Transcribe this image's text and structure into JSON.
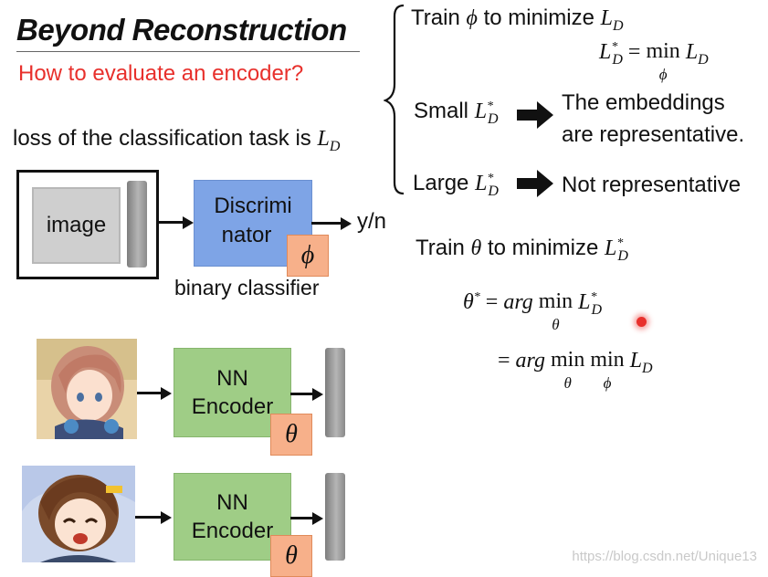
{
  "title": "Beyond Reconstruction",
  "subtitle": "How to evaluate an encoder?",
  "loss_text": "loss of the classification task is",
  "loss_symbol": "L_D",
  "brace": {
    "line1_prefix": "Train",
    "line1_phi": "ϕ",
    "line1_mid": "to minimize",
    "line1_sym": "L_D",
    "eq_lhs": "L*_D",
    "eq_eq": "=",
    "eq_min": "min",
    "eq_sub": "ϕ",
    "eq_rhs": "L_D",
    "small_label": "Small",
    "small_sym": "L*_D",
    "small_result_line1": "The embeddings",
    "small_result_line2": "are representative.",
    "large_label": "Large",
    "large_sym": "L*_D",
    "large_result": "Not representative"
  },
  "diagram": {
    "image_label": "image",
    "disc_line1": "Discrimi",
    "disc_line2": "nator",
    "disc_param": "ϕ",
    "output_label": "y/n",
    "caption": "binary classifier"
  },
  "encoders": [
    {
      "line1": "NN",
      "line2": "Encoder",
      "param": "θ"
    },
    {
      "line1": "NN",
      "line2": "Encoder",
      "param": "θ"
    }
  ],
  "theta_section": {
    "train_prefix": "Train",
    "train_theta": "θ",
    "train_mid": "to minimize",
    "train_sym": "L*_D",
    "eq1_lhs": "θ*",
    "eq1_eq": "=",
    "eq1_arg": "arg",
    "eq1_min": "min",
    "eq1_sub": "θ",
    "eq1_rhs": "L*_D",
    "eq2_eq": "=",
    "eq2_arg": "arg",
    "eq2_min1": "min",
    "eq2_sub1": "θ",
    "eq2_min2": "min",
    "eq2_sub2": "ϕ",
    "eq2_rhs": "L_D"
  },
  "watermark": "https://blog.csdn.net/Unique13",
  "colors": {
    "subtitle": "#e8302c",
    "discriminator": "#7ea4e6",
    "encoder": "#9fcd86",
    "param": "#f7b08a",
    "pointer": "#e8302c"
  },
  "icons": {
    "fat_arrow": "right-arrow-icon",
    "pointer": "laser-pointer-icon",
    "anime_character_1": "pink-hair-character-icon",
    "anime_character_2": "brown-hair-character-icon"
  }
}
